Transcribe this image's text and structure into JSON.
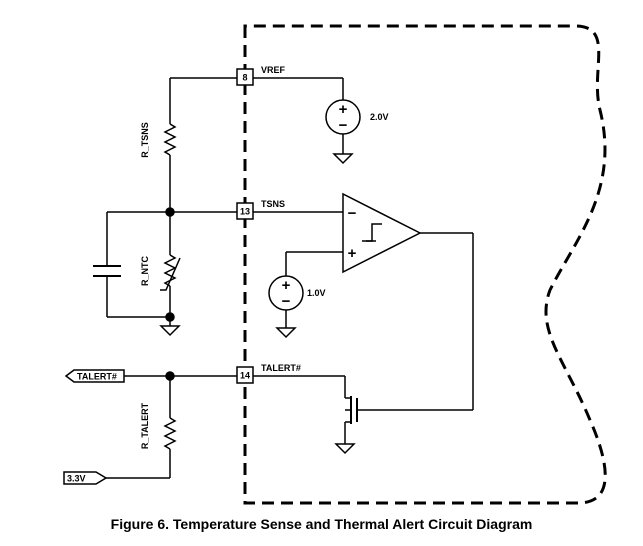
{
  "caption": "Figure 6. Temperature Sense and Thermal Alert Circuit Diagram",
  "pins": [
    {
      "number": "8",
      "net": "VREF"
    },
    {
      "number": "13",
      "net": "TSNS"
    },
    {
      "number": "14",
      "net": "TALERT#"
    }
  ],
  "components": {
    "r_tsns": "R_TSNS",
    "r_ntc": "R_NTC",
    "r_talert": "R_TALERT",
    "vref_source": "2.0V",
    "threshold_source": "1.0V"
  },
  "ports": {
    "talert_out": "TALERT#",
    "supply_in": "3.3V"
  },
  "comparator_inputs": {
    "minus": "−",
    "plus": "+"
  },
  "source_signs": {
    "plus": "+",
    "minus": "−"
  }
}
